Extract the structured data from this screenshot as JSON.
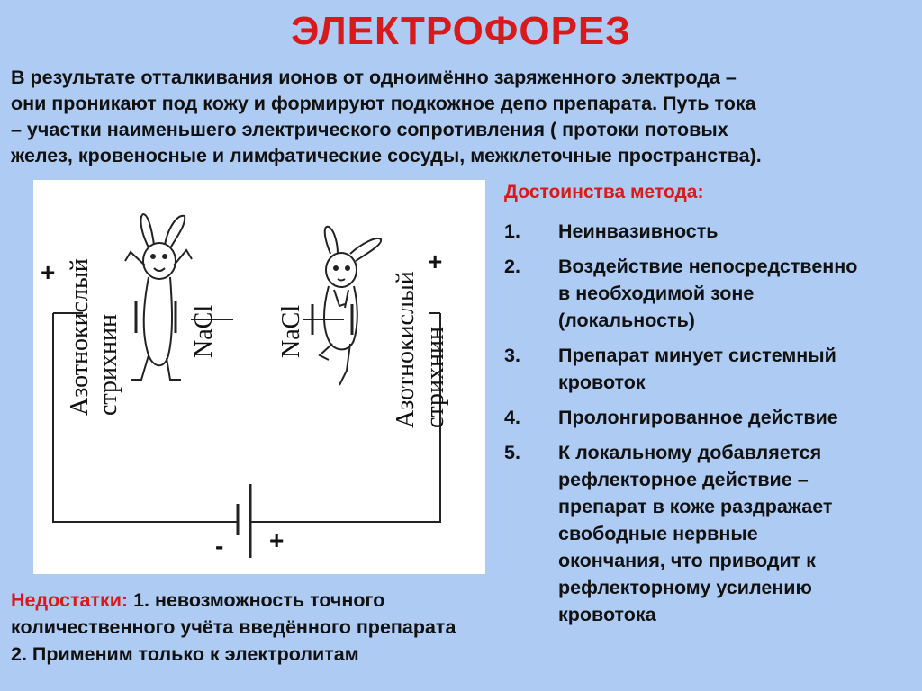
{
  "title": "ЭЛЕКТРОФОРЕЗ",
  "intro_lines": [
    "В результате отталкивания ионов от одноимённо заряженного электрода –",
    "они проникают под кожу и формируют подкожное  депо препарата. Путь тока",
    "– участки наименьшего электрического сопротивления ( протоки потовых",
    "желез, кровеносные и лимфатические сосуды, межклеточные пространства)."
  ],
  "figure": {
    "left_label_1": "Азотнокислый",
    "left_label_2": "стрихнин",
    "right_label_1": "Азотнокислый",
    "right_label_2": "стрихнин",
    "nacl_left": "NaCl",
    "nacl_right": "NaCl",
    "plus_left": "+",
    "plus_right": "+",
    "battery_minus": "-",
    "battery_plus": "+"
  },
  "advantages": {
    "title": "Достоинства метода:",
    "items": [
      {
        "num": "1.",
        "lines": [
          "Неинвазивность"
        ]
      },
      {
        "num": "2.",
        "lines": [
          "Воздействие непосредственно",
          "в необходимой зоне",
          "(локальность)"
        ]
      },
      {
        "num": "3.",
        "lines": [
          "Препарат минует системный",
          "кровоток"
        ]
      },
      {
        "num": "4.",
        "lines": [
          "Пролонгированное действие"
        ]
      },
      {
        "num": "5.",
        "lines": [
          "К локальному добавляется",
          "рефлекторное действие –",
          "препарат в коже раздражает",
          "свободные нервные",
          "окончания, что приводит к",
          "рефлекторному усилению",
          "кровотока"
        ]
      }
    ]
  },
  "disadvantages": {
    "label": "Недостатки:",
    "line1": " 1. невозможность точного",
    "line2": "количественного учёта введённого препарата",
    "line3": "2. Применим только к электролитам"
  }
}
